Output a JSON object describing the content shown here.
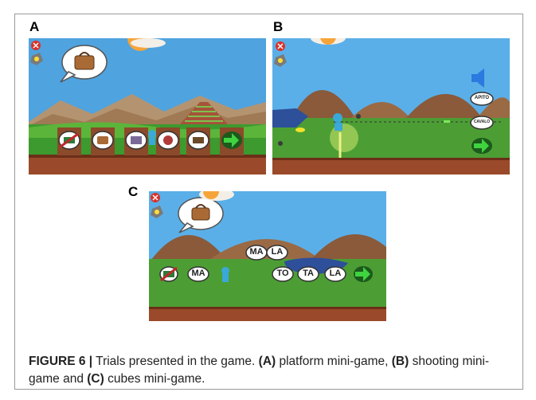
{
  "panels": [
    {
      "letter": "A"
    },
    {
      "letter": "B"
    },
    {
      "letter": "C"
    }
  ],
  "panel_b": {
    "words": [
      "APITO",
      "CAVALO"
    ]
  },
  "panel_c": {
    "cube_top": [
      "MA",
      "LA"
    ],
    "cube_left": "MA",
    "cube_row": [
      "TO",
      "TA",
      "LA"
    ]
  },
  "caption": {
    "figure_label": "FIGURE 6 |",
    "text_before_a": "Trials presented in the game. ",
    "a_label": "(A)",
    "a_text": " platform mini-game, ",
    "b_label": "(B)",
    "b_text": " shooting mini-game and ",
    "c_label": "(C)",
    "c_text": " cubes mini-game."
  },
  "colors": {
    "sky": "#4fa3df",
    "grass": "#3c9a2e",
    "dirt": "#9a4a2a",
    "mountain": "#8a5a3a",
    "arrow_green": "#2fa52f"
  }
}
